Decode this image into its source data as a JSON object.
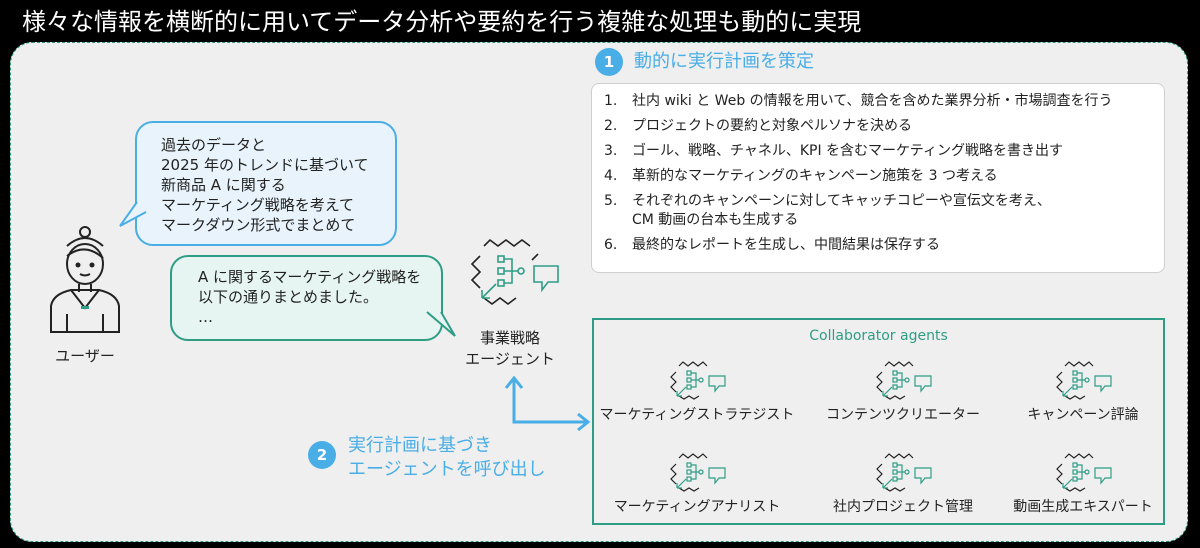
{
  "title": "様々な情報を横断的に用いてデータ分析や要約を行う複雑な処理も動的に実現",
  "user": {
    "label": "ユーザー",
    "bubble_lines": [
      "過去のデータと",
      "2025 年のトレンドに基づいて",
      "新商品 A に関する",
      "マーケティング戦略を考えて",
      "マークダウン形式でまとめて"
    ]
  },
  "agent": {
    "label_lines": [
      "事業戦略",
      "エージェント"
    ],
    "bubble_lines": [
      "A に関するマーケティング戦略を",
      "以下の通りまとめました。",
      "…"
    ]
  },
  "step1": {
    "number": "1",
    "title": "動的に実行計画を策定",
    "items": [
      {
        "n": "1.",
        "lines": [
          "社内 wiki と Web の情報を用いて、競合を含めた業界分析・市場調査を行う"
        ]
      },
      {
        "n": "2.",
        "lines": [
          "プロジェクトの要約と対象ペルソナを決める"
        ]
      },
      {
        "n": "3.",
        "lines": [
          "ゴール、戦略、チャネル、KPI を含むマーケティング戦略を書き出す"
        ]
      },
      {
        "n": "4.",
        "lines": [
          "革新的なマーケティングのキャンペーン施策を 3 つ考える"
        ]
      },
      {
        "n": "5.",
        "lines": [
          "それぞれのキャンペーンに対してキャッチコピーや宣伝文を考え、",
          "CM 動画の台本も生成する"
        ]
      },
      {
        "n": "6.",
        "lines": [
          "最終的なレポートを生成し、中間結果は保存する"
        ]
      }
    ]
  },
  "step2": {
    "number": "2",
    "title_lines": [
      "実行計画に基づき",
      "エージェントを呼び出し"
    ]
  },
  "collaborators": {
    "title": "Collaborator agents",
    "agents": [
      "マーケティングストラテジスト",
      "コンテンツクリエーター",
      "キャンペーン評論",
      "マーケティングアナリスト",
      "社内プロジェクト管理",
      "動画生成エキスパート"
    ]
  },
  "colors": {
    "accent_blue": "#4aaee6",
    "accent_teal": "#2f9d86"
  }
}
